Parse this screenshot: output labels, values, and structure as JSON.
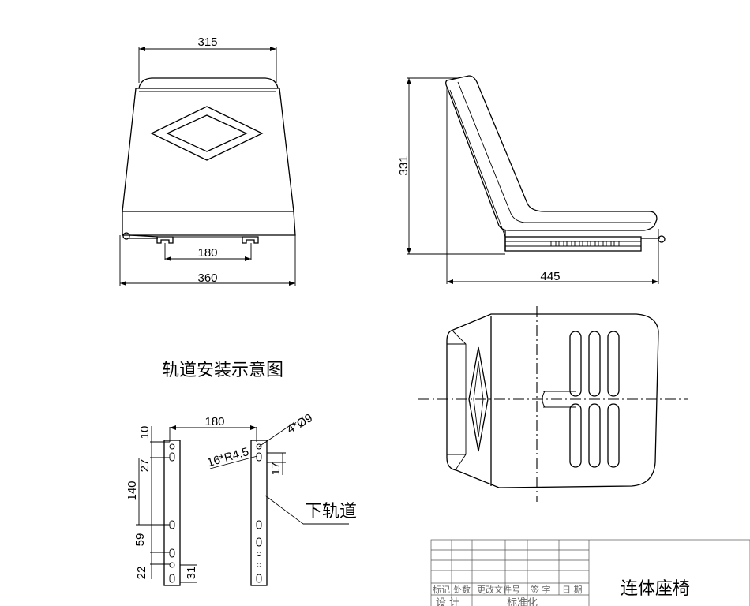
{
  "front_view": {
    "dim_top": "315",
    "dim_rails": "180",
    "dim_bottom": "360"
  },
  "side_view": {
    "dim_height": "331",
    "dim_depth": "445"
  },
  "rail_detail": {
    "title": "轨道安装示意图",
    "dim_spacing": "180",
    "dim_holes": "4*Ø9",
    "dim_slots": "16*R4.5",
    "dim_17": "17",
    "dim_10": "10",
    "dim_27": "27",
    "dim_140": "140",
    "dim_59": "59",
    "dim_22": "22",
    "dim_31": "31",
    "lower_rail_label": "下轨道"
  },
  "title_block": {
    "header_labels": [
      "标记",
      "处数",
      "更改文件号",
      "签 字",
      "日 期"
    ],
    "row2_labels": [
      "设 计",
      "标准化"
    ],
    "part_name": "连体座椅"
  }
}
